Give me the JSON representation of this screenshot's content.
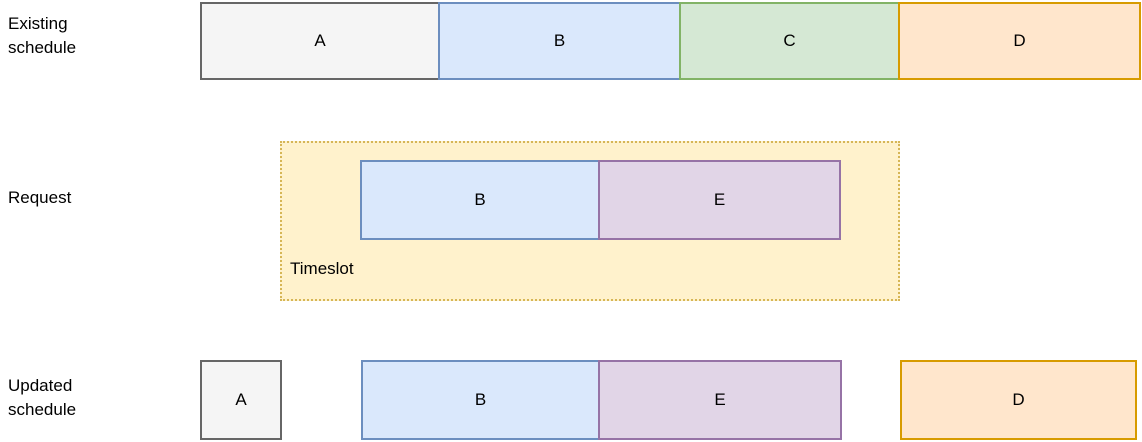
{
  "diagram": {
    "background": "#ffffff",
    "text_color": "#000000",
    "rows": {
      "existing": {
        "label": "Existing schedule",
        "blocks": [
          {
            "label": "A",
            "fill": "#f5f5f5",
            "stroke": "#666666"
          },
          {
            "label": "B",
            "fill": "#dae8fc",
            "stroke": "#6c8ebf"
          },
          {
            "label": "C",
            "fill": "#d5e8d4",
            "stroke": "#82b366"
          },
          {
            "label": "D",
            "fill": "#ffe6cc",
            "stroke": "#d79b00"
          }
        ]
      },
      "request": {
        "label": "Request",
        "timeslot": {
          "label": "Timeslot",
          "fill": "#fff2cc",
          "stroke": "#d6b656",
          "border_style": "dotted"
        },
        "blocks": [
          {
            "label": "B",
            "fill": "#dae8fc",
            "stroke": "#6c8ebf"
          },
          {
            "label": "E",
            "fill": "#e1d5e7",
            "stroke": "#9673a6"
          }
        ]
      },
      "updated": {
        "label": "Updated schedule",
        "blocks": [
          {
            "label": "A",
            "fill": "#f5f5f5",
            "stroke": "#666666"
          },
          {
            "label": "B",
            "fill": "#dae8fc",
            "stroke": "#6c8ebf"
          },
          {
            "label": "E",
            "fill": "#e1d5e7",
            "stroke": "#9673a6"
          },
          {
            "label": "D",
            "fill": "#ffe6cc",
            "stroke": "#d79b00"
          }
        ]
      }
    }
  }
}
